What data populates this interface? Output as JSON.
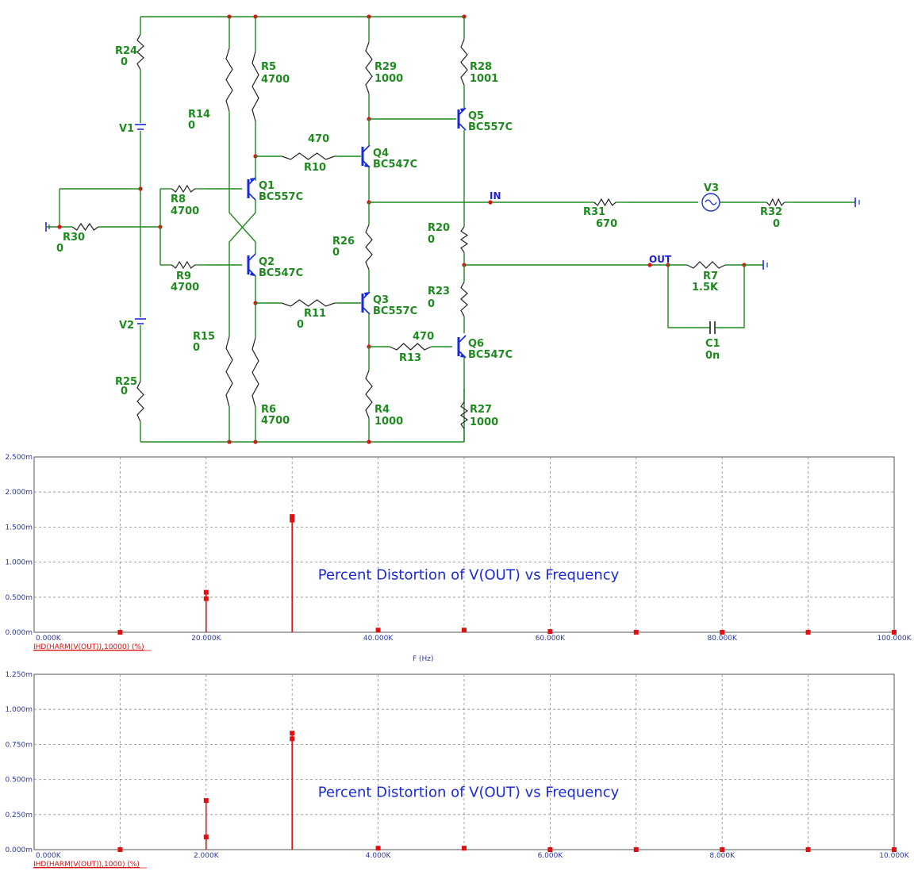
{
  "schematic": {
    "components": {
      "R24": {
        "name": "R24",
        "value": "0"
      },
      "R5": {
        "name": "R5",
        "value": "4700"
      },
      "R29": {
        "name": "R29",
        "value": "1000"
      },
      "R28": {
        "name": "R28",
        "value": "1001"
      },
      "R14": {
        "name": "R14",
        "value": "0"
      },
      "V1": {
        "name": "V1"
      },
      "R10": {
        "name": "R10",
        "value": "470"
      },
      "Q4": {
        "name": "Q4",
        "value": "BC547C"
      },
      "Q5": {
        "name": "Q5",
        "value": "BC557C"
      },
      "R8": {
        "name": "R8",
        "value": "4700"
      },
      "Q1": {
        "name": "Q1",
        "value": "BC557C"
      },
      "R30": {
        "name": "R30",
        "value": "0"
      },
      "R31": {
        "name": "R31",
        "value": "670"
      },
      "V3": {
        "name": "V3"
      },
      "R32": {
        "name": "R32",
        "value": "0"
      },
      "R20": {
        "name": "R20",
        "value": "0"
      },
      "R26": {
        "name": "R26",
        "value": "0"
      },
      "Q2": {
        "name": "Q2",
        "value": "BC547C"
      },
      "R9": {
        "name": "R9",
        "value": "4700"
      },
      "R7": {
        "name": "R7",
        "value": "1.5K"
      },
      "V2": {
        "name": "V2"
      },
      "R11": {
        "name": "R11",
        "value": "0"
      },
      "Q3": {
        "name": "Q3",
        "value": "BC557C"
      },
      "R23": {
        "name": "R23",
        "value": "0"
      },
      "R15": {
        "name": "R15",
        "value": "0"
      },
      "R13": {
        "name": "R13",
        "value": "470"
      },
      "Q6": {
        "name": "Q6",
        "value": "BC547C"
      },
      "C1": {
        "name": "C1",
        "value": "0n"
      },
      "R25": {
        "name": "R25",
        "value": "0"
      },
      "R6": {
        "name": "R6",
        "value": "4700"
      },
      "R4": {
        "name": "R4",
        "value": "1000"
      },
      "R27": {
        "name": "R27",
        "value": "1000"
      }
    },
    "nodes": {
      "in": "IN",
      "out": "OUT"
    },
    "colors": {
      "wire": "#1f8a1f",
      "device": "#1a2ad8",
      "dot": "#e01010"
    }
  },
  "chart_data": [
    {
      "type": "bar",
      "title": "Percent Distortion of V(OUT) vs Frequency",
      "trace_label": "IHD(HARM(V(OUT)),10000) (%)",
      "xlabel": "F (Hz)",
      "xlim": [
        0,
        100000
      ],
      "ylim": [
        0,
        0.0025
      ],
      "x_tick_labels": [
        "0.000K",
        "20.000K",
        "40.000K",
        "60.000K",
        "80.000K",
        "100.000K"
      ],
      "y_tick_labels": [
        "0.000m",
        "0.500m",
        "1.000m",
        "1.500m",
        "2.000m",
        "2.500m"
      ],
      "series": [
        {
          "x": [
            10000,
            20000,
            20000,
            30000,
            30000,
            40000,
            50000,
            60000,
            70000,
            80000,
            90000,
            100000
          ],
          "values": [
            0,
            0.00057,
            0.00048,
            0.00165,
            0.0016,
            3e-05,
            3e-05,
            1e-05,
            0.0,
            0.0,
            0.0,
            0.0
          ]
        }
      ],
      "grid": true,
      "color": "#e01010"
    },
    {
      "type": "bar",
      "title": "Percent Distortion of V(OUT) vs Frequency",
      "trace_label": "IHD(HARM(V(OUT)),1000) (%)",
      "xlabel": "",
      "xlim": [
        0,
        10000
      ],
      "ylim": [
        0,
        0.00125
      ],
      "x_tick_labels": [
        "0.000K",
        "2.000K",
        "4.000K",
        "6.000K",
        "8.000K",
        "10.000K"
      ],
      "y_tick_labels": [
        "0.000m",
        "0.250m",
        "0.500m",
        "0.750m",
        "1.000m",
        "1.250m"
      ],
      "series": [
        {
          "x": [
            1000,
            2000,
            2000,
            3000,
            3000,
            4000,
            5000,
            6000,
            7000,
            8000,
            9000,
            10000
          ],
          "values": [
            0,
            0.00035,
            9e-05,
            0.00083,
            0.00079,
            1e-05,
            1e-05,
            0.0,
            0.0,
            0.0,
            0.0,
            0.0
          ]
        }
      ],
      "grid": true,
      "color": "#e01010"
    }
  ]
}
